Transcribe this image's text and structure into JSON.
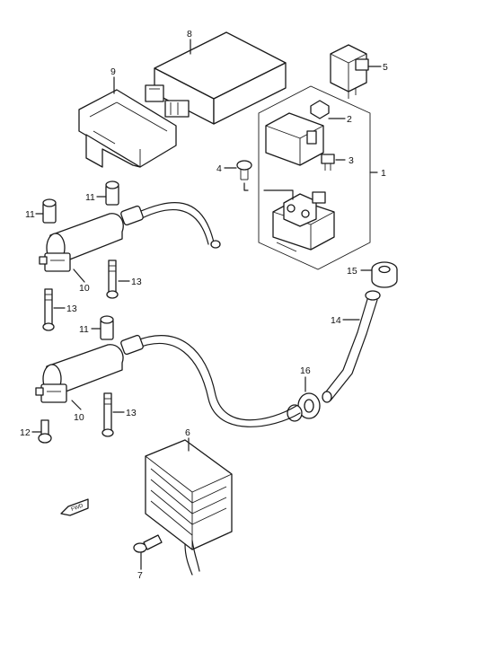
{
  "callouts": {
    "c1": "1",
    "c2": "2",
    "c3": "3",
    "c4": "4",
    "c5": "5",
    "c6": "6",
    "c7": "7",
    "c8": "8",
    "c9": "9",
    "c10a": "10",
    "c10b": "10",
    "c11a": "11",
    "c11b": "11",
    "c11c": "11",
    "c12": "12",
    "c13a": "13",
    "c13b": "13",
    "c13c": "13",
    "c14": "14",
    "c15": "15",
    "c16": "16"
  },
  "fwd_label": "FWD",
  "icons": {
    "fwd_arrow": "fwd-arrow-icon"
  }
}
